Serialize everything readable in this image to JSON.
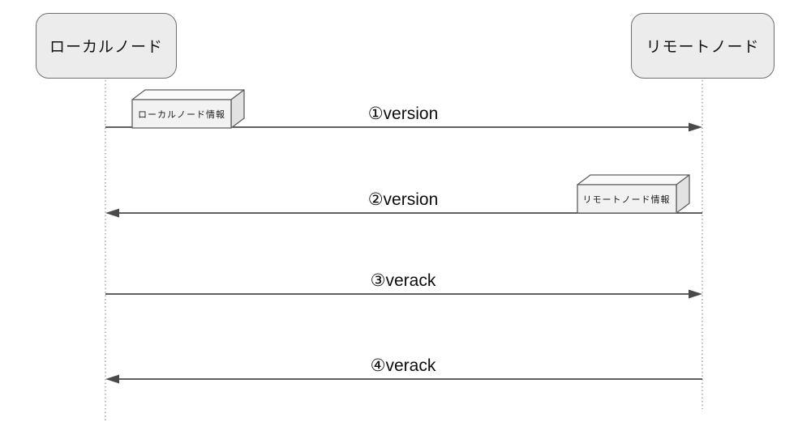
{
  "diagram": {
    "title": "node-handshake-sequence",
    "actors": [
      {
        "id": "local-node",
        "label": "ローカルノード"
      },
      {
        "id": "remote-node",
        "label": "リモートノード"
      }
    ],
    "messages": [
      {
        "label": "①version",
        "from": "local-node",
        "to": "remote-node",
        "direction": "right"
      },
      {
        "label": "②version",
        "from": "remote-node",
        "to": "local-node",
        "direction": "left"
      },
      {
        "label": "③verack",
        "from": "local-node",
        "to": "remote-node",
        "direction": "right"
      },
      {
        "label": "④verack",
        "from": "remote-node",
        "to": "local-node",
        "direction": "left"
      }
    ],
    "notes": [
      {
        "label": "ローカルノード情報",
        "attached_to": "①version"
      },
      {
        "label": "リモートノード情報",
        "attached_to": "②version"
      }
    ],
    "colors": {
      "actor_fill": "#ececec",
      "actor_border": "#6f6f6f",
      "arrow": "#4a4a4a",
      "lifeline": "#8f8f8f",
      "note_front": "#f2f2f2",
      "note_top": "#fafafa",
      "note_side": "#e2e2e2",
      "note_border": "#5f5f5f"
    }
  }
}
